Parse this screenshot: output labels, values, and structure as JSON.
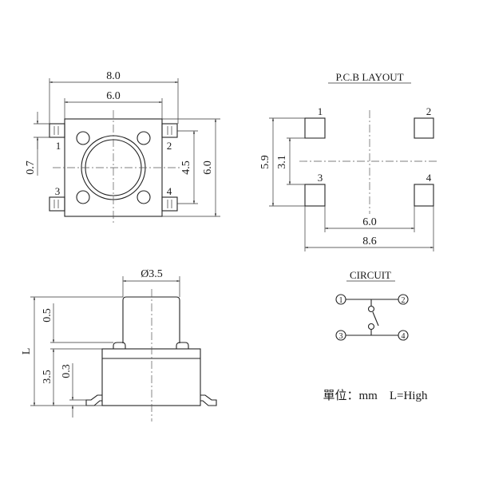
{
  "top_view": {
    "dim_overall_width": "8.0",
    "dim_body_width": "6.0",
    "dim_body_height": "6.0",
    "dim_pin_pitch": "4.5",
    "dim_pin_width": "0.7",
    "pins": [
      "1",
      "2",
      "3",
      "4"
    ]
  },
  "side_view": {
    "dim_plunger_diameter": "Ø3.5",
    "dim_total_height": "L",
    "dim_plunger_step": "0.5",
    "dim_body_height": "3.5",
    "dim_lead_thickness": "0.3"
  },
  "pcb_layout": {
    "title": "P.C.B LAYOUT",
    "pads": [
      "1",
      "2",
      "3",
      "4"
    ],
    "dim_outer_vertical": "5.9",
    "dim_inner_vertical": "3.1",
    "dim_inner_horizontal": "6.0",
    "dim_outer_horizontal": "8.6"
  },
  "circuit": {
    "title": "CIRCUIT",
    "nodes": [
      "1",
      "2",
      "3",
      "4"
    ]
  },
  "unit_note": "單位：mm　L=High"
}
